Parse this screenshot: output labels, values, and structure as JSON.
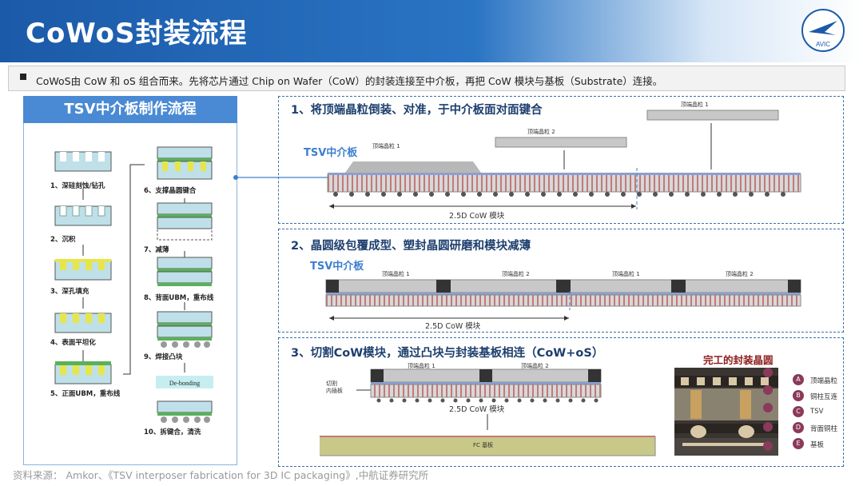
{
  "header": {
    "title": "CoWoS封装流程",
    "logo_text": "AVIC"
  },
  "intro": {
    "text": "CoWoS由 CoW 和 oS 组合而来。先将芯片通过 Chip on Wafer（CoW）的封装连接至中介板，再把 CoW 模块与基板（Substrate）连接。"
  },
  "left": {
    "title": "TSV中介板制作流程",
    "steps": [
      "1、深硅刻蚀/钻孔",
      "2、沉积",
      "3、深孔填充",
      "4、表面平坦化",
      "5、正面UBM，重布线",
      "6、支撑晶圆键合",
      "7、减薄",
      "8、背面UBM，重布线",
      "9、焊接凸块",
      "10、拆键合，清洗"
    ],
    "debonding_label": "De-bonding"
  },
  "panel1": {
    "title": "1、将顶端晶粒倒装、对准，于中介板面对面键合",
    "tsv_label": "TSV中介板",
    "die_labels": [
      "顶端晶粒 1",
      "顶端晶粒 2",
      "顶端晶粒 1"
    ],
    "dimension": "2.5D CoW 模块"
  },
  "panel2": {
    "title": "2、晶圆级包覆成型、塑封晶圆研磨和模块减薄",
    "tsv_label": "TSV中介板",
    "die_labels": [
      "顶端晶粒 1",
      "顶端晶粒 2",
      "顶端晶粒 1",
      "顶端晶粒 2"
    ],
    "dimension": "2.5D CoW 模块"
  },
  "panel3": {
    "title": "3、切割CoW模块，通过凸块与封装基板相连（CoW+oS）",
    "die_labels": [
      "顶端晶粒 1",
      "顶端晶粒 2"
    ],
    "side_label": "切割\n内插板",
    "dimension": "2.5D CoW 模块",
    "substrate_label": "FC 基板",
    "photo_title": "完工的封装晶圆",
    "legend": [
      {
        "key": "A",
        "text": "顶端晶粒"
      },
      {
        "key": "B",
        "text": "铜柱互连"
      },
      {
        "key": "C",
        "text": "TSV"
      },
      {
        "key": "D",
        "text": "背面铜柱"
      },
      {
        "key": "E",
        "text": "基板"
      }
    ]
  },
  "source": "资料来源： Amkor、《TSV interposer fabrication for 3D IC packaging》,中航证券研究所",
  "colors": {
    "header": "#1b5aa8",
    "accent": "#3d7fce",
    "legend": "#8a3a5a"
  }
}
